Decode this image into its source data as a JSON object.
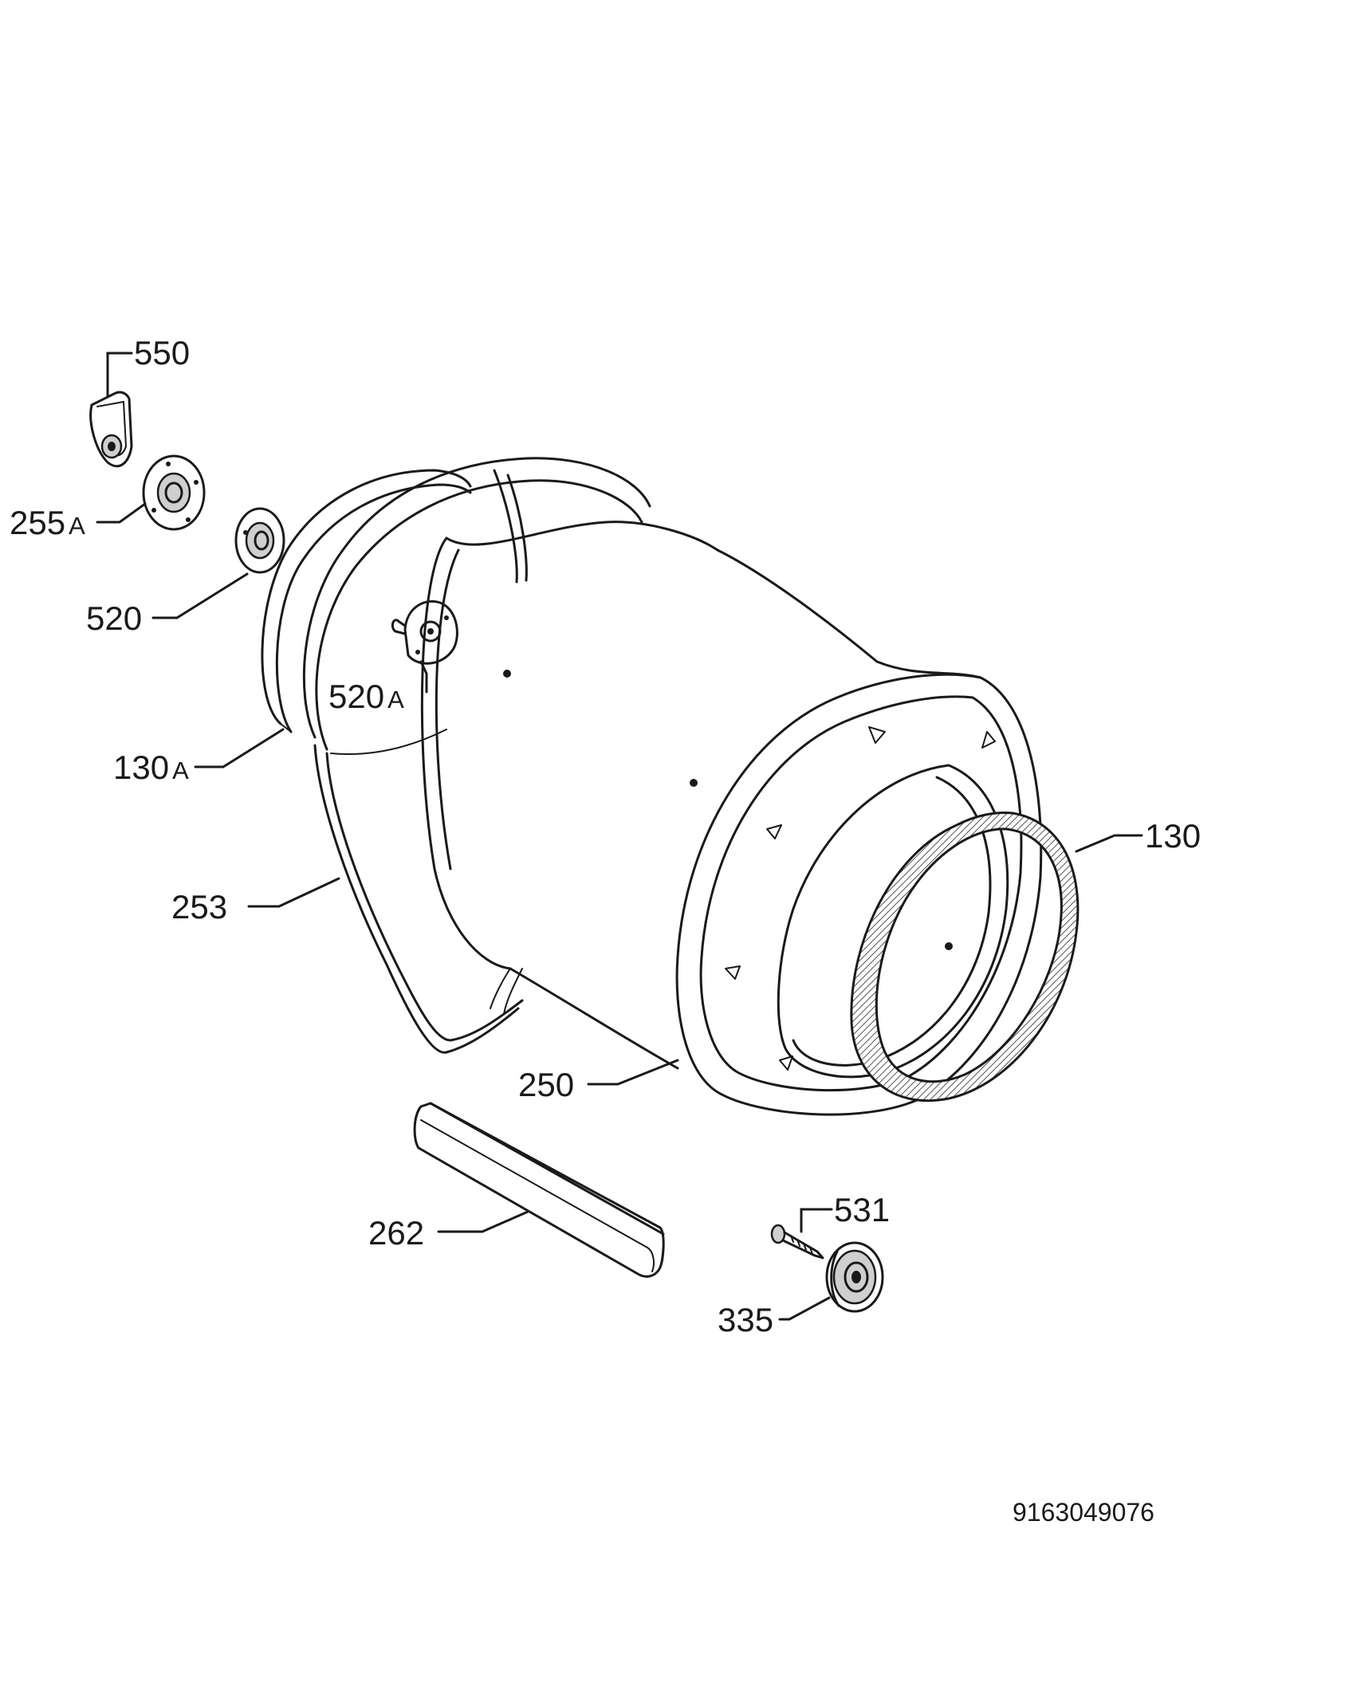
{
  "callouts": {
    "p550": "550",
    "p255a": "255",
    "p255a_suffix": "A",
    "p520": "520",
    "p520a": "520",
    "p520a_suffix": "A",
    "p130a": "130",
    "p130a_suffix": "A",
    "p253": "253",
    "p250": "250",
    "p130": "130",
    "p262": "262",
    "p531": "531",
    "p335": "335"
  },
  "document_number": "9163049076"
}
